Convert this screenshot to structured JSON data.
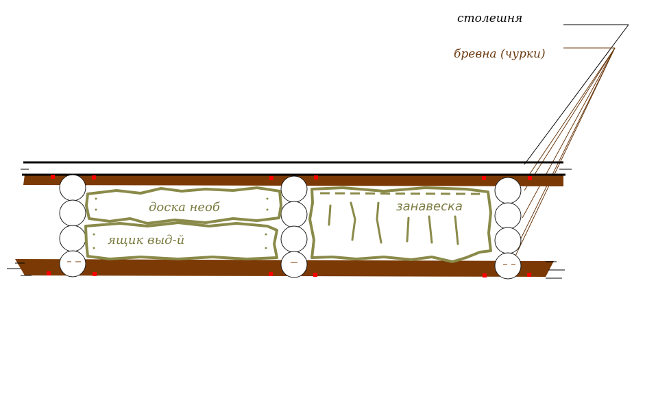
{
  "labels": {
    "tabletop": "столешня",
    "logs": "бревна (чурки)",
    "board": "доска необ",
    "drawer": "ящик выд-й",
    "curtain": "занавеска"
  },
  "colors": {
    "wood": "#7b3a05",
    "log_outline": "#1a1a1a",
    "outline_green": "#8a8a4a",
    "label_green": "#7a7a40",
    "logs_label": "#6b3a10",
    "pin": "#ff0000",
    "line": "#000000"
  }
}
